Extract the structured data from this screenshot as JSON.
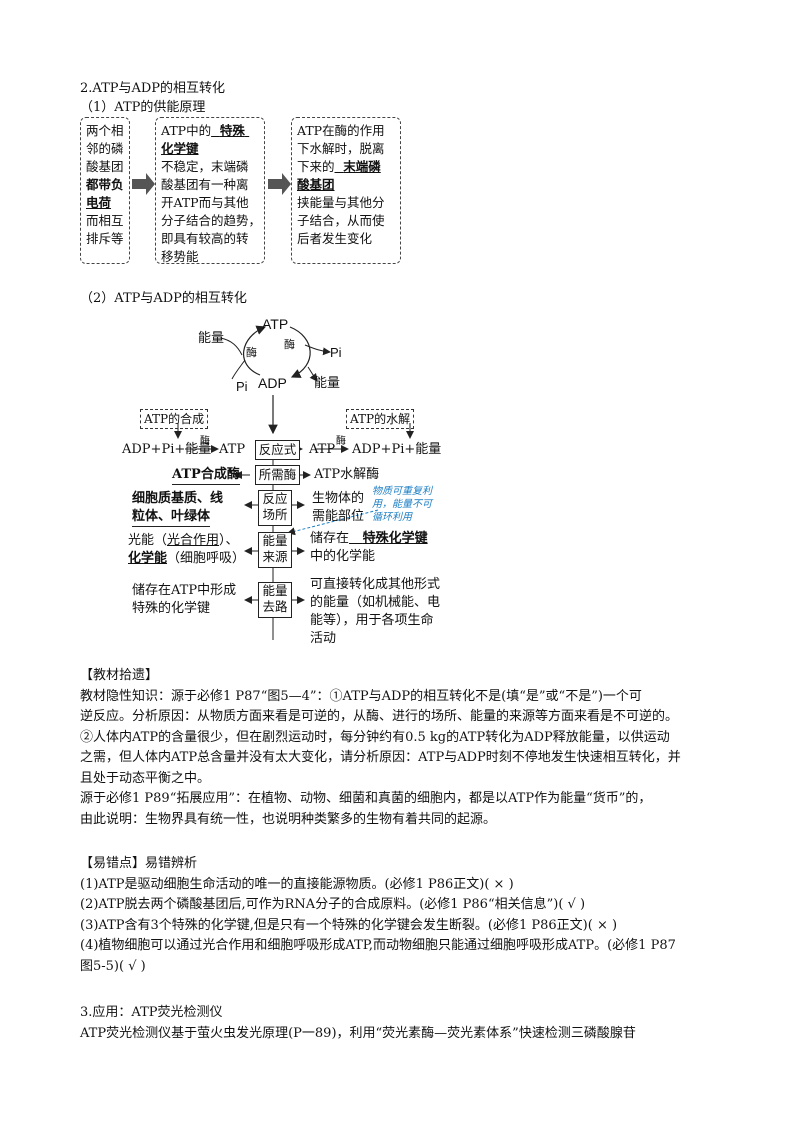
{
  "section2": {
    "title": "2.ATP与ADP的相互转化",
    "sub1": "（1）ATP的供能原理",
    "box1": [
      "两个相",
      "邻的磷",
      "酸基团",
      "都带负",
      "电荷",
      "而相互",
      "排斥等"
    ],
    "box2": {
      "line1_prefix": "ATP中的",
      "line1_fill": "特殊",
      "line2_fill": "化学键",
      "rest": [
        "不稳定，末端磷",
        "酸基团有一种离",
        "开ATP而与其他",
        "分子结合的趋势，",
        "即具有较高的转",
        "移势能"
      ]
    },
    "box3": {
      "lines_top": [
        "ATP在酶的作用",
        "下水解时，脱离"
      ],
      "line3_prefix": "下来的",
      "line3_fill": "末端磷",
      "line4_fill": "酸基团",
      "rest": [
        "挟能量与其他分",
        "子结合，从而使",
        "后者发生变化"
      ]
    },
    "sub2": "（2）ATP与ADP的相互转化"
  },
  "diagram": {
    "cycle": {
      "atp": "ATP",
      "adp": "ADP",
      "energy_in": "能量",
      "energy_out": "能量",
      "pi_left": "Pi",
      "pi_right": "Pi",
      "enzyme_left": "酶",
      "enzyme_right": "酶"
    },
    "synthesis_label": "ATP的合成",
    "hydrolysis_label": "ATP的水解",
    "left_eq": "ADP+Pi+能量",
    "enzyme1": "酶",
    "left_atp": "ATP",
    "center_reaction": "反应式",
    "right_atp": "ATP",
    "enzyme2": "酶",
    "right_eq": "ADP+Pi+能量",
    "enzyme_left": "ATP合成酶",
    "center_enzyme": "所需酶",
    "enzyme_right": "ATP水解酶",
    "site_left": [
      "细胞质基质、线",
      "粒体、叶绿体"
    ],
    "center_site": [
      "反应",
      "场所"
    ],
    "site_right": [
      "生物体的",
      "需能部位"
    ],
    "source_left_1a": "光能（",
    "source_left_1b": "光合作用",
    "source_left_1c": "）、",
    "source_left_2a": "化学能",
    "source_left_2b": "（细胞呼吸）",
    "center_source": [
      "能量",
      "来源"
    ],
    "source_right_1a": "储存在",
    "source_right_1b": "特殊化学键",
    "source_right_2": "中的化学能",
    "dest_left": [
      "储存在ATP中形成",
      "特殊的化学键"
    ],
    "center_dest": [
      "能量",
      "去路"
    ],
    "dest_right": [
      "可直接转化成其他形式",
      "的能量（如机械能、电",
      "能等），用于各项生命",
      "活动"
    ],
    "handwritten": [
      "物质可重复利",
      "用，能量不可",
      "循环利用"
    ]
  },
  "textbook": {
    "heading": "【教材拾遗】",
    "lines": [
      "教材隐性知识：源于必修1 P87“图5—4”：①ATP与ADP的相互转化不是(填“是”或“不是”)一个可",
      "逆反应。分析原因：从物质方面来看是可逆的，从酶、进行的场所、能量的来源等方面来看是不可逆的。",
      "②人体内ATP的含量很少，但在剧烈运动时，每分钟约有0.5 kg的ATP转化为ADP释放能量，以供运动",
      "之需，但人体内ATP总含量并没有太大变化，请分析原因：ATP与ADP时刻不停地发生快速相互转化，并",
      "且处于动态平衡之中。",
      "源于必修1 P89“拓展应用”：在植物、动物、细菌和真菌的细胞内，都是以ATP作为能量“货币”的，",
      "由此说明：生物界具有统一性，也说明种类繁多的生物有着共同的起源。"
    ]
  },
  "errors": {
    "heading": "【易错点】易错辨析",
    "lines": [
      "(1)ATP是驱动细胞生命活动的唯一的直接能源物质。(必修1 P86正文)(   ×   )",
      "(2)ATP脱去两个磷酸基团后,可作为RNA分子的合成原料。(必修1 P86“相关信息”)(   √   )",
      "(3)ATP含有3个特殊的化学键,但是只有一个特殊的化学键会发生断裂。(必修1 P86正文)(   ×   )",
      "(4)植物细胞可以通过光合作用和细胞呼吸形成ATP,而动物细胞只能通过细胞呼吸形成ATP。(必修1 P87",
      "图5-5)(   √   )"
    ]
  },
  "section3": {
    "title": "3.应用：ATP荧光检测仪",
    "line": "ATP荧光检测仪基于萤火虫发光原理(P一89)，利用“荧光素酶—荧光素体系”快速检测三磷酸腺苷"
  }
}
